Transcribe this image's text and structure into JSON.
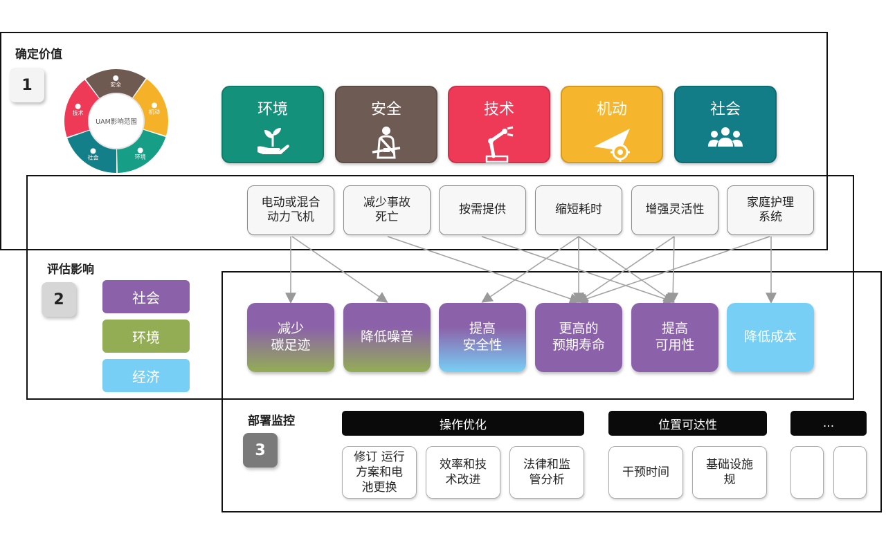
{
  "section1": {
    "title": "确定价值",
    "step": "1"
  },
  "wheel": {
    "center_label": "UAM影响范围",
    "segments": [
      {
        "label": "安全",
        "color": "#6e5a50",
        "icon": "seatbelt-icon"
      },
      {
        "label": "机动",
        "color": "#f5b128",
        "icon": "plane-gear-icon"
      },
      {
        "label": "环境",
        "color": "#179e86",
        "icon": "plant-hand-icon"
      },
      {
        "label": "社会",
        "color": "#137f88",
        "icon": "people-icon"
      },
      {
        "label": "技术",
        "color": "#ee3a57",
        "icon": "robot-arm-icon"
      }
    ]
  },
  "categories": [
    {
      "label": "环境",
      "color": "#14917a",
      "icon": "plant-hand-icon"
    },
    {
      "label": "安全",
      "color": "#6e5b54",
      "icon": "seatbelt-icon"
    },
    {
      "label": "技术",
      "color": "#ee3a57",
      "icon": "robot-arm-icon"
    },
    {
      "label": "机动",
      "color": "#f5b52c",
      "icon": "plane-gear-icon"
    },
    {
      "label": "社会",
      "color": "#127d87",
      "icon": "people-icon"
    }
  ],
  "features": [
    {
      "label": "电动或混合\n动力飞机"
    },
    {
      "label": "减少事故\n死亡"
    },
    {
      "label": "按需提供"
    },
    {
      "label": "缩短耗时"
    },
    {
      "label": "增强灵活性"
    },
    {
      "label": "家庭护理\n系统"
    }
  ],
  "section2": {
    "title": "评估影响",
    "step": "2"
  },
  "legend": [
    {
      "label": "社会",
      "color": "#8b62a9"
    },
    {
      "label": "环境",
      "color": "#93ad55"
    },
    {
      "label": "经济",
      "color": "#78cff5"
    }
  ],
  "outcomes": [
    {
      "label": "减少\n碳足迹",
      "gradient": [
        "#8b62a9",
        "#93ad55"
      ]
    },
    {
      "label": "降低噪音",
      "gradient": [
        "#8b62a9",
        "#93ad55"
      ]
    },
    {
      "label": "提高\n安全性",
      "gradient": [
        "#8b62a9",
        "#78cff5"
      ]
    },
    {
      "label": "更高的\n预期寿命",
      "gradient": [
        "#8b62a9",
        "#8b62a9"
      ]
    },
    {
      "label": "提高\n可用性",
      "gradient": [
        "#8b62a9",
        "#8b62a9"
      ]
    },
    {
      "label": "降低成本",
      "gradient": [
        "#78cff5",
        "#78cff5"
      ]
    }
  ],
  "section3": {
    "title": "部署监控",
    "step": "3"
  },
  "monitor_groups": [
    {
      "label": "操作优化",
      "tasks": [
        "修订 运行\n方案和电\n池更换",
        "效率和技\n术改进",
        "法律和监\n管分析"
      ]
    },
    {
      "label": "位置可达性",
      "tasks": [
        "干预时间",
        "基础设施\n规"
      ]
    },
    {
      "label": "...",
      "tasks": [
        "",
        ""
      ]
    }
  ]
}
